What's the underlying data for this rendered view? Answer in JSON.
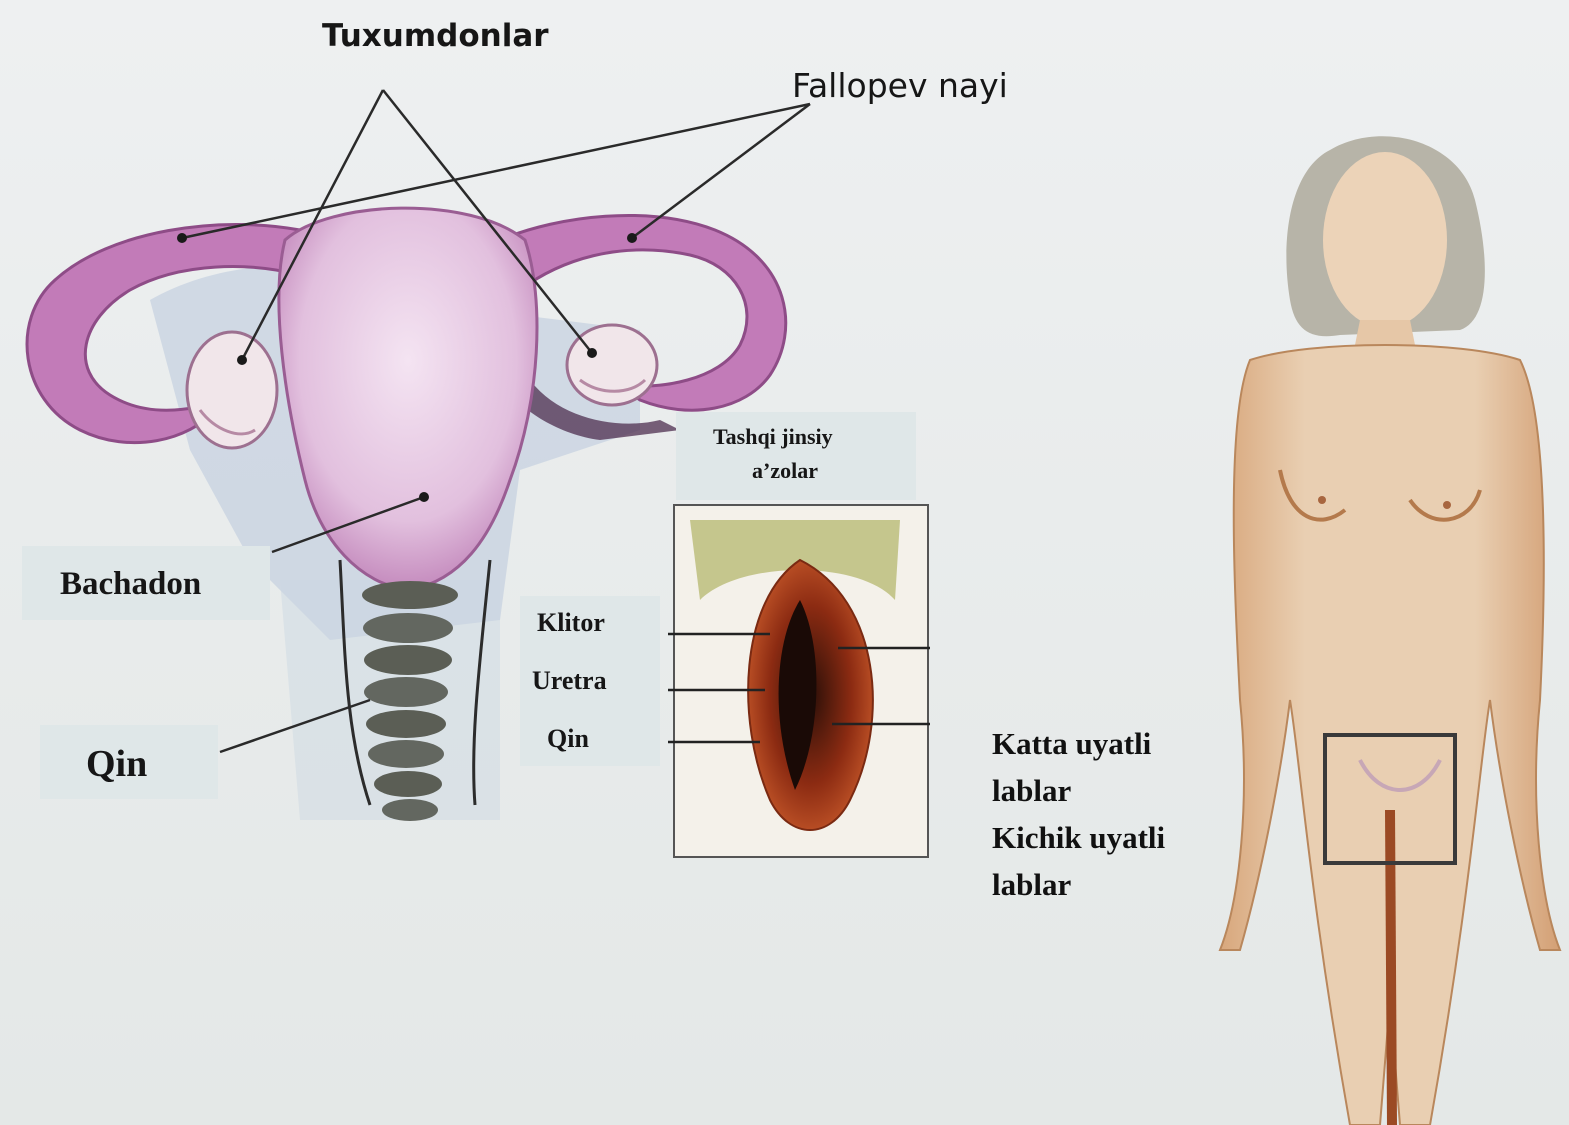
{
  "labels": {
    "tuxumdonlar": "Tuxumdonlar",
    "fallopev_nayi": "Fallopev nayi",
    "bachadon": "Bachadon",
    "qin_main": "Qin",
    "tashqi_line1": "Tashqi jinsiy",
    "tashqi_line2": "a’zolar",
    "klitor": "Klitor",
    "uretra": "Uretra",
    "qin_small": "Qin",
    "katta_line1": "Katta uyatli",
    "katta_line2": "lablar",
    "kichik_line1": "Kichik uyatli",
    "kichik_line2": "lablar"
  },
  "colors": {
    "uterus": "#c98fc4",
    "uterus_light": "#ecd6ea",
    "vagina": "#5b5e55",
    "vulva": "#b8441f",
    "skin": "#e2c3a0",
    "hair": "#b7b4a8",
    "label_bg": "#dfe7e8"
  }
}
